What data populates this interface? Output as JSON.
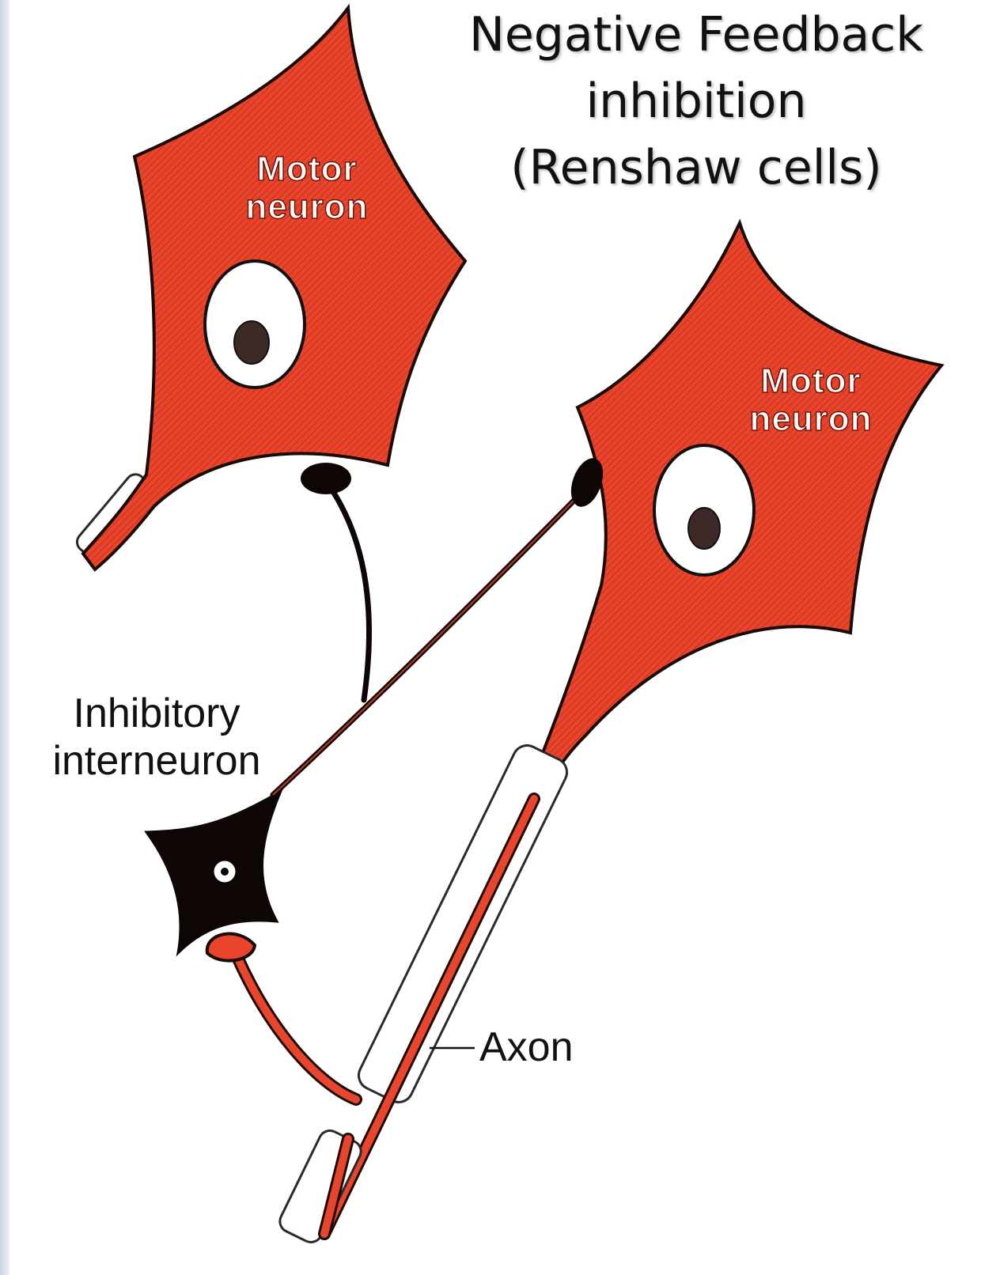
{
  "title": {
    "line1": "Negative Feedback",
    "line2": "inhibition",
    "line3": "(Renshaw cells)"
  },
  "labels": {
    "motor_neuron_left": {
      "line1": "Motor",
      "line2": "neuron"
    },
    "motor_neuron_right": {
      "line1": "Motor",
      "line2": "neuron"
    },
    "inhibitory_interneuron": {
      "line1": "Inhibitory",
      "line2": "interneuron"
    },
    "axon": "Axon"
  },
  "colors": {
    "neuron_fill": "#e8452c",
    "neuron_outline": "#1a0b07",
    "interneuron_fill": "#0d0605",
    "myelin_outline": "#2a2a2a"
  }
}
